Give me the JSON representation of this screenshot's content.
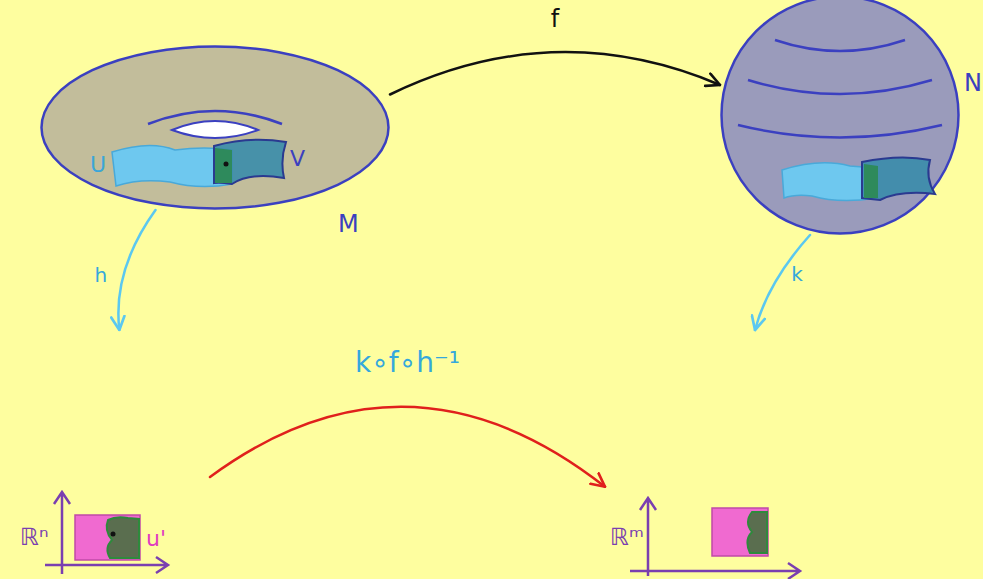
{
  "diagram": {
    "nodes": [
      {
        "text": [
          "M"
        ]
      },
      {
        "text": [
          "N"
        ]
      },
      {
        "text": [
          "ℝⁿ"
        ]
      },
      {
        "text": [
          "ℝᵐ"
        ]
      }
    ],
    "edges": [
      {
        "from": 0,
        "to": 1,
        "arrow": "to",
        "label": "f"
      },
      {
        "from": 0,
        "to": 2,
        "arrow": "to",
        "label": "h"
      },
      {
        "from": 1,
        "to": 3,
        "arrow": "to",
        "label": "k"
      },
      {
        "from": 2,
        "to": 3,
        "arrow": "to",
        "label": "k∘f∘h⁻¹"
      }
    ],
    "labels": [
      "U",
      "V",
      "u'"
    ]
  }
}
